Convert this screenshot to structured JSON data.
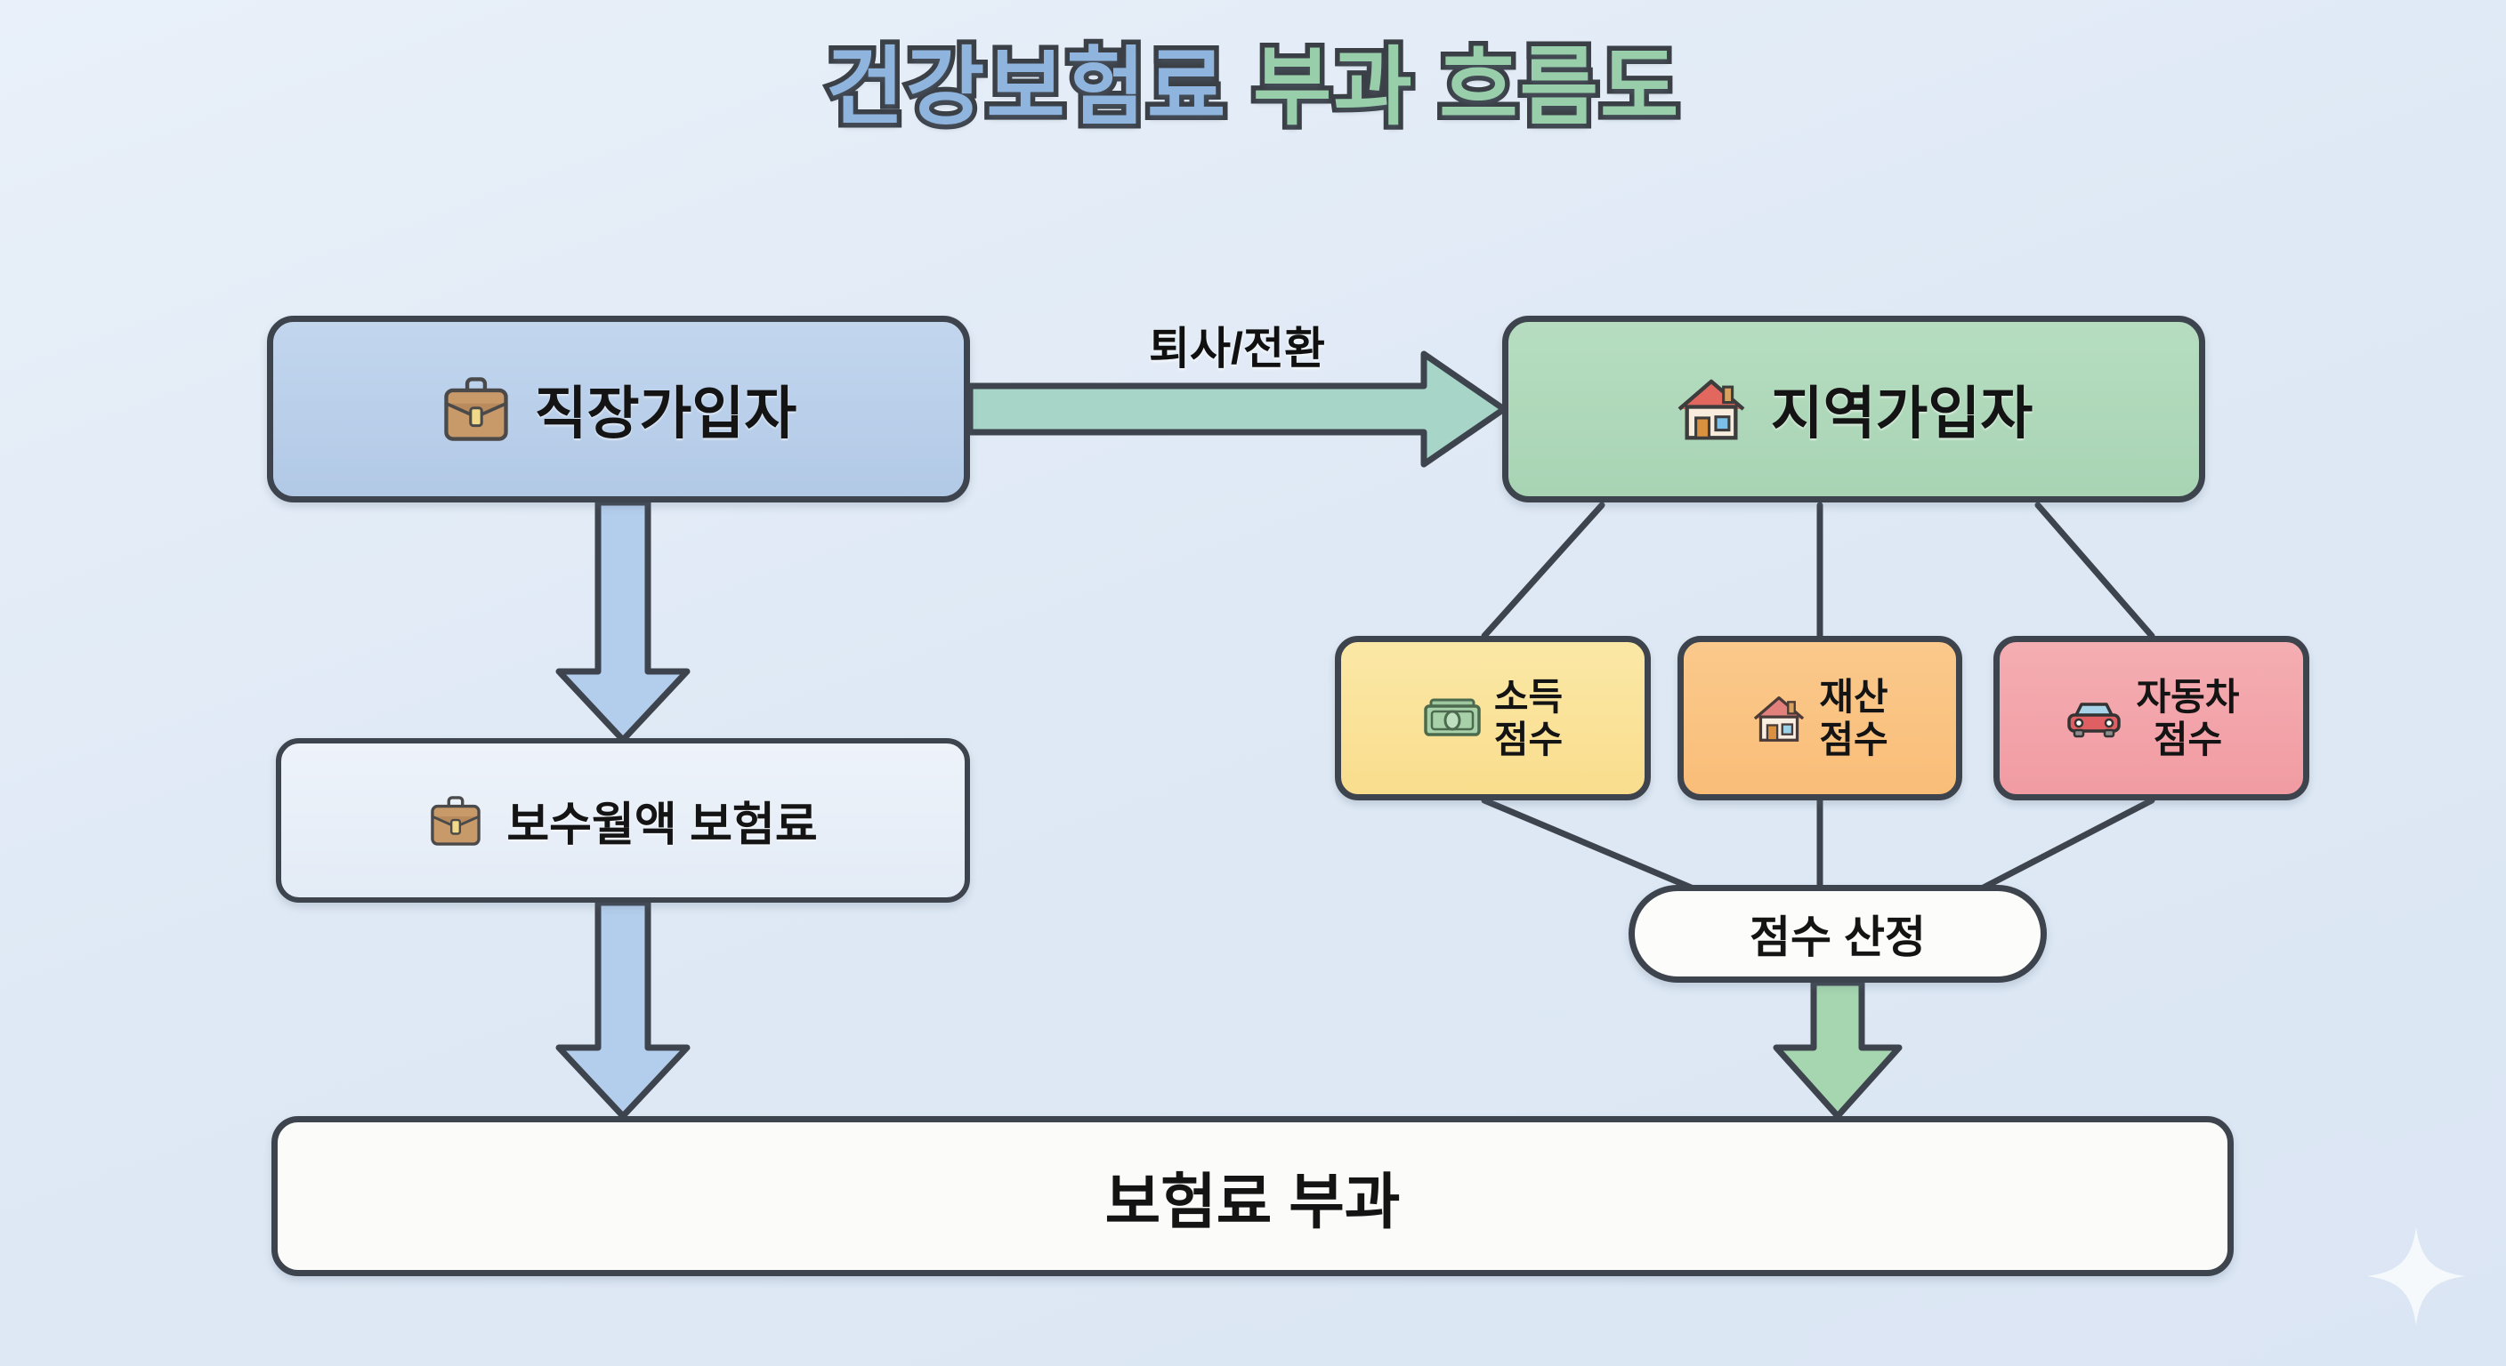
{
  "title": {
    "segment_blue": "건강보험료",
    "segment_green": " 부과 흐름도"
  },
  "nodes": {
    "employee": {
      "label": "직장가입자",
      "icon": "briefcase-icon",
      "fill": "#b7cee8",
      "border": "#3e444d"
    },
    "regional": {
      "label": "지역가입자",
      "icon": "house-icon",
      "fill": "#abd6b7",
      "border": "#3e444d"
    },
    "salary_premium": {
      "label": "보수월액 보험료",
      "icon": "briefcase-icon",
      "fill": "#e8eff8",
      "border": "#3e444d"
    },
    "score_calc": {
      "label": "점수 산정",
      "fill": "#fcfcfa",
      "border": "#3e444d"
    },
    "levy": {
      "label": "보험료 부과",
      "fill": "#fbfbf9",
      "border": "#3e444d"
    }
  },
  "score_chips": [
    {
      "label": "소득\n점수",
      "icon": "money-icon",
      "fill": "#f9de91",
      "border": "#3e444d"
    },
    {
      "label": "재산\n점수",
      "icon": "house-icon",
      "fill": "#f9c184",
      "border": "#3e444d"
    },
    {
      "label": "자동차\n점수",
      "icon": "car-icon",
      "fill": "#f2a2a8",
      "border": "#3e444d"
    }
  ],
  "edges": {
    "transition_label": "퇴사/전환",
    "transition_arrow_fill": "#a7d5c8",
    "employee_down_arrow_fill": "#b3cdec",
    "score_down_arrow_fill": "#a5d6af",
    "connector_color": "#3e444d"
  },
  "decor": {
    "sparkle": "sparkle-icon",
    "background_top": "#e9f0f9",
    "background_bottom": "#dbe6f4"
  }
}
